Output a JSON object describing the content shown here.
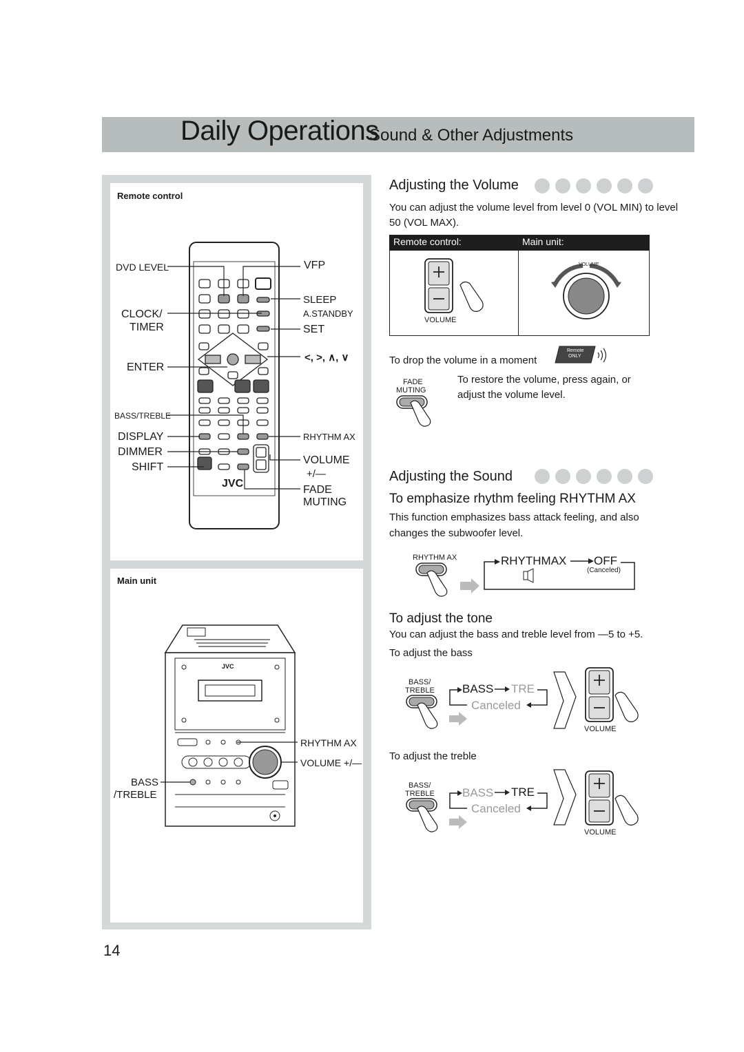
{
  "header": {
    "title": "Daily Operations",
    "subtitle": "Sound & Other Adjustments"
  },
  "left": {
    "remote_title": "Remote control",
    "remote_labels": {
      "dvd_level": "DVD LEVEL",
      "clock": "CLOCK/",
      "timer": "TIMER",
      "enter": "ENTER",
      "bass_treble": "BASS/TREBLE",
      "display": "DISPLAY",
      "dimmer": "DIMMER",
      "shift": "SHIFT",
      "vfp": "VFP",
      "sleep": "SLEEP",
      "astandby": "A.STANDBY",
      "set": "SET",
      "arrows": "<, >, ∧, ∨",
      "rhythm_ax": "RHYTHM AX",
      "volume": "VOLUME",
      "plus_minus": "+/—",
      "fade": "FADE",
      "muting": "MUTING",
      "brand": "JVC"
    },
    "main_title": "Main unit",
    "main_labels": {
      "rhythm_ax": "RHYTHM AX",
      "volume": "VOLUME +/—",
      "bass": "BASS",
      "treble": "/TREBLE",
      "brand": "JVC"
    }
  },
  "volume": {
    "title": "Adjusting the Volume",
    "desc": "You can adjust the volume level from level 0 (VOL MIN) to level 50 (VOL MAX).",
    "table_remote": "Remote control:",
    "table_main": "Main unit:",
    "remote_caption": "VOLUME",
    "main_caption": "VOLUME",
    "drop_text": "To drop the volume in a moment",
    "badge_line1": "Remote",
    "badge_line2": "ONLY",
    "fade": "FADE",
    "muting": "MUTING",
    "restore_text": "To restore the volume, press again, or adjust the volume level."
  },
  "sound": {
    "title": "Adjusting the Sound",
    "rhythm_title": "To emphasize rhythm feeling RHYTHM AX",
    "rhythm_desc": "This function emphasizes bass attack feeling, and also changes the subwoofer level.",
    "rhythm_button": "RHYTHM AX",
    "rhythmax": "RHYTHMAX",
    "off": "OFF",
    "canceled_small": "(Canceled)",
    "tone_title": "To adjust the tone",
    "tone_desc": "You can adjust the bass and treble level from —5 to +5.",
    "bass_caption": "To adjust the bass",
    "treble_caption": "To adjust the treble",
    "bt_button_1": "BASS/",
    "bt_button_2": "TREBLE",
    "bass": "BASS",
    "tre": "TRE",
    "canceled": "Canceled",
    "volume": "VOLUME"
  },
  "page_number": "14"
}
